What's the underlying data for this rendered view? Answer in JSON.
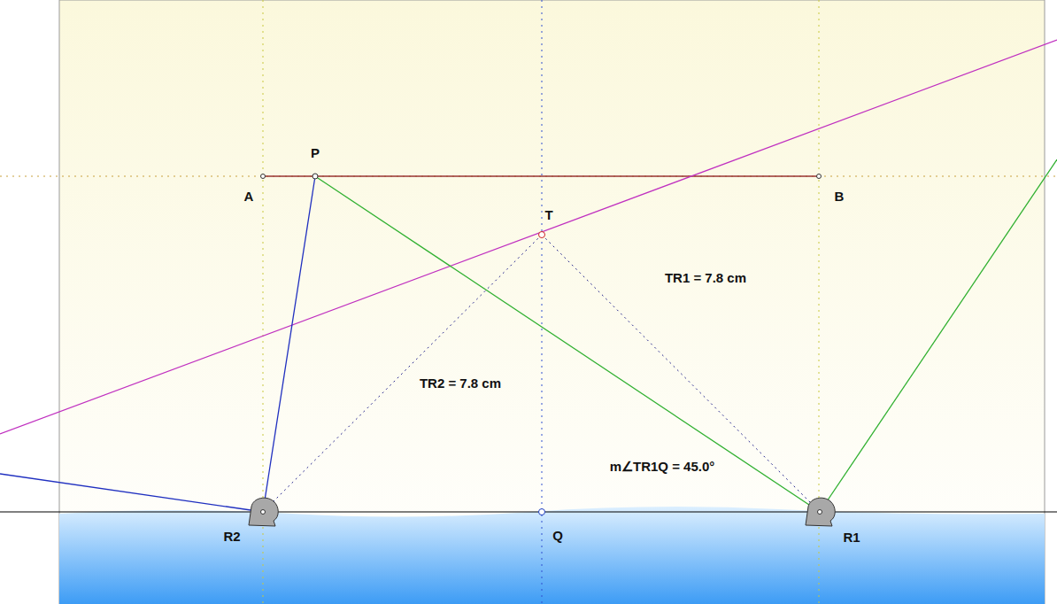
{
  "diagram": {
    "labels": [
      "A",
      "P",
      "B",
      "T",
      "TR1 = 7.8 cm",
      "TR2 = 7.8 cm",
      "m∠TR1Q = 45.0°",
      "R2",
      "Q",
      "R1"
    ]
  }
}
